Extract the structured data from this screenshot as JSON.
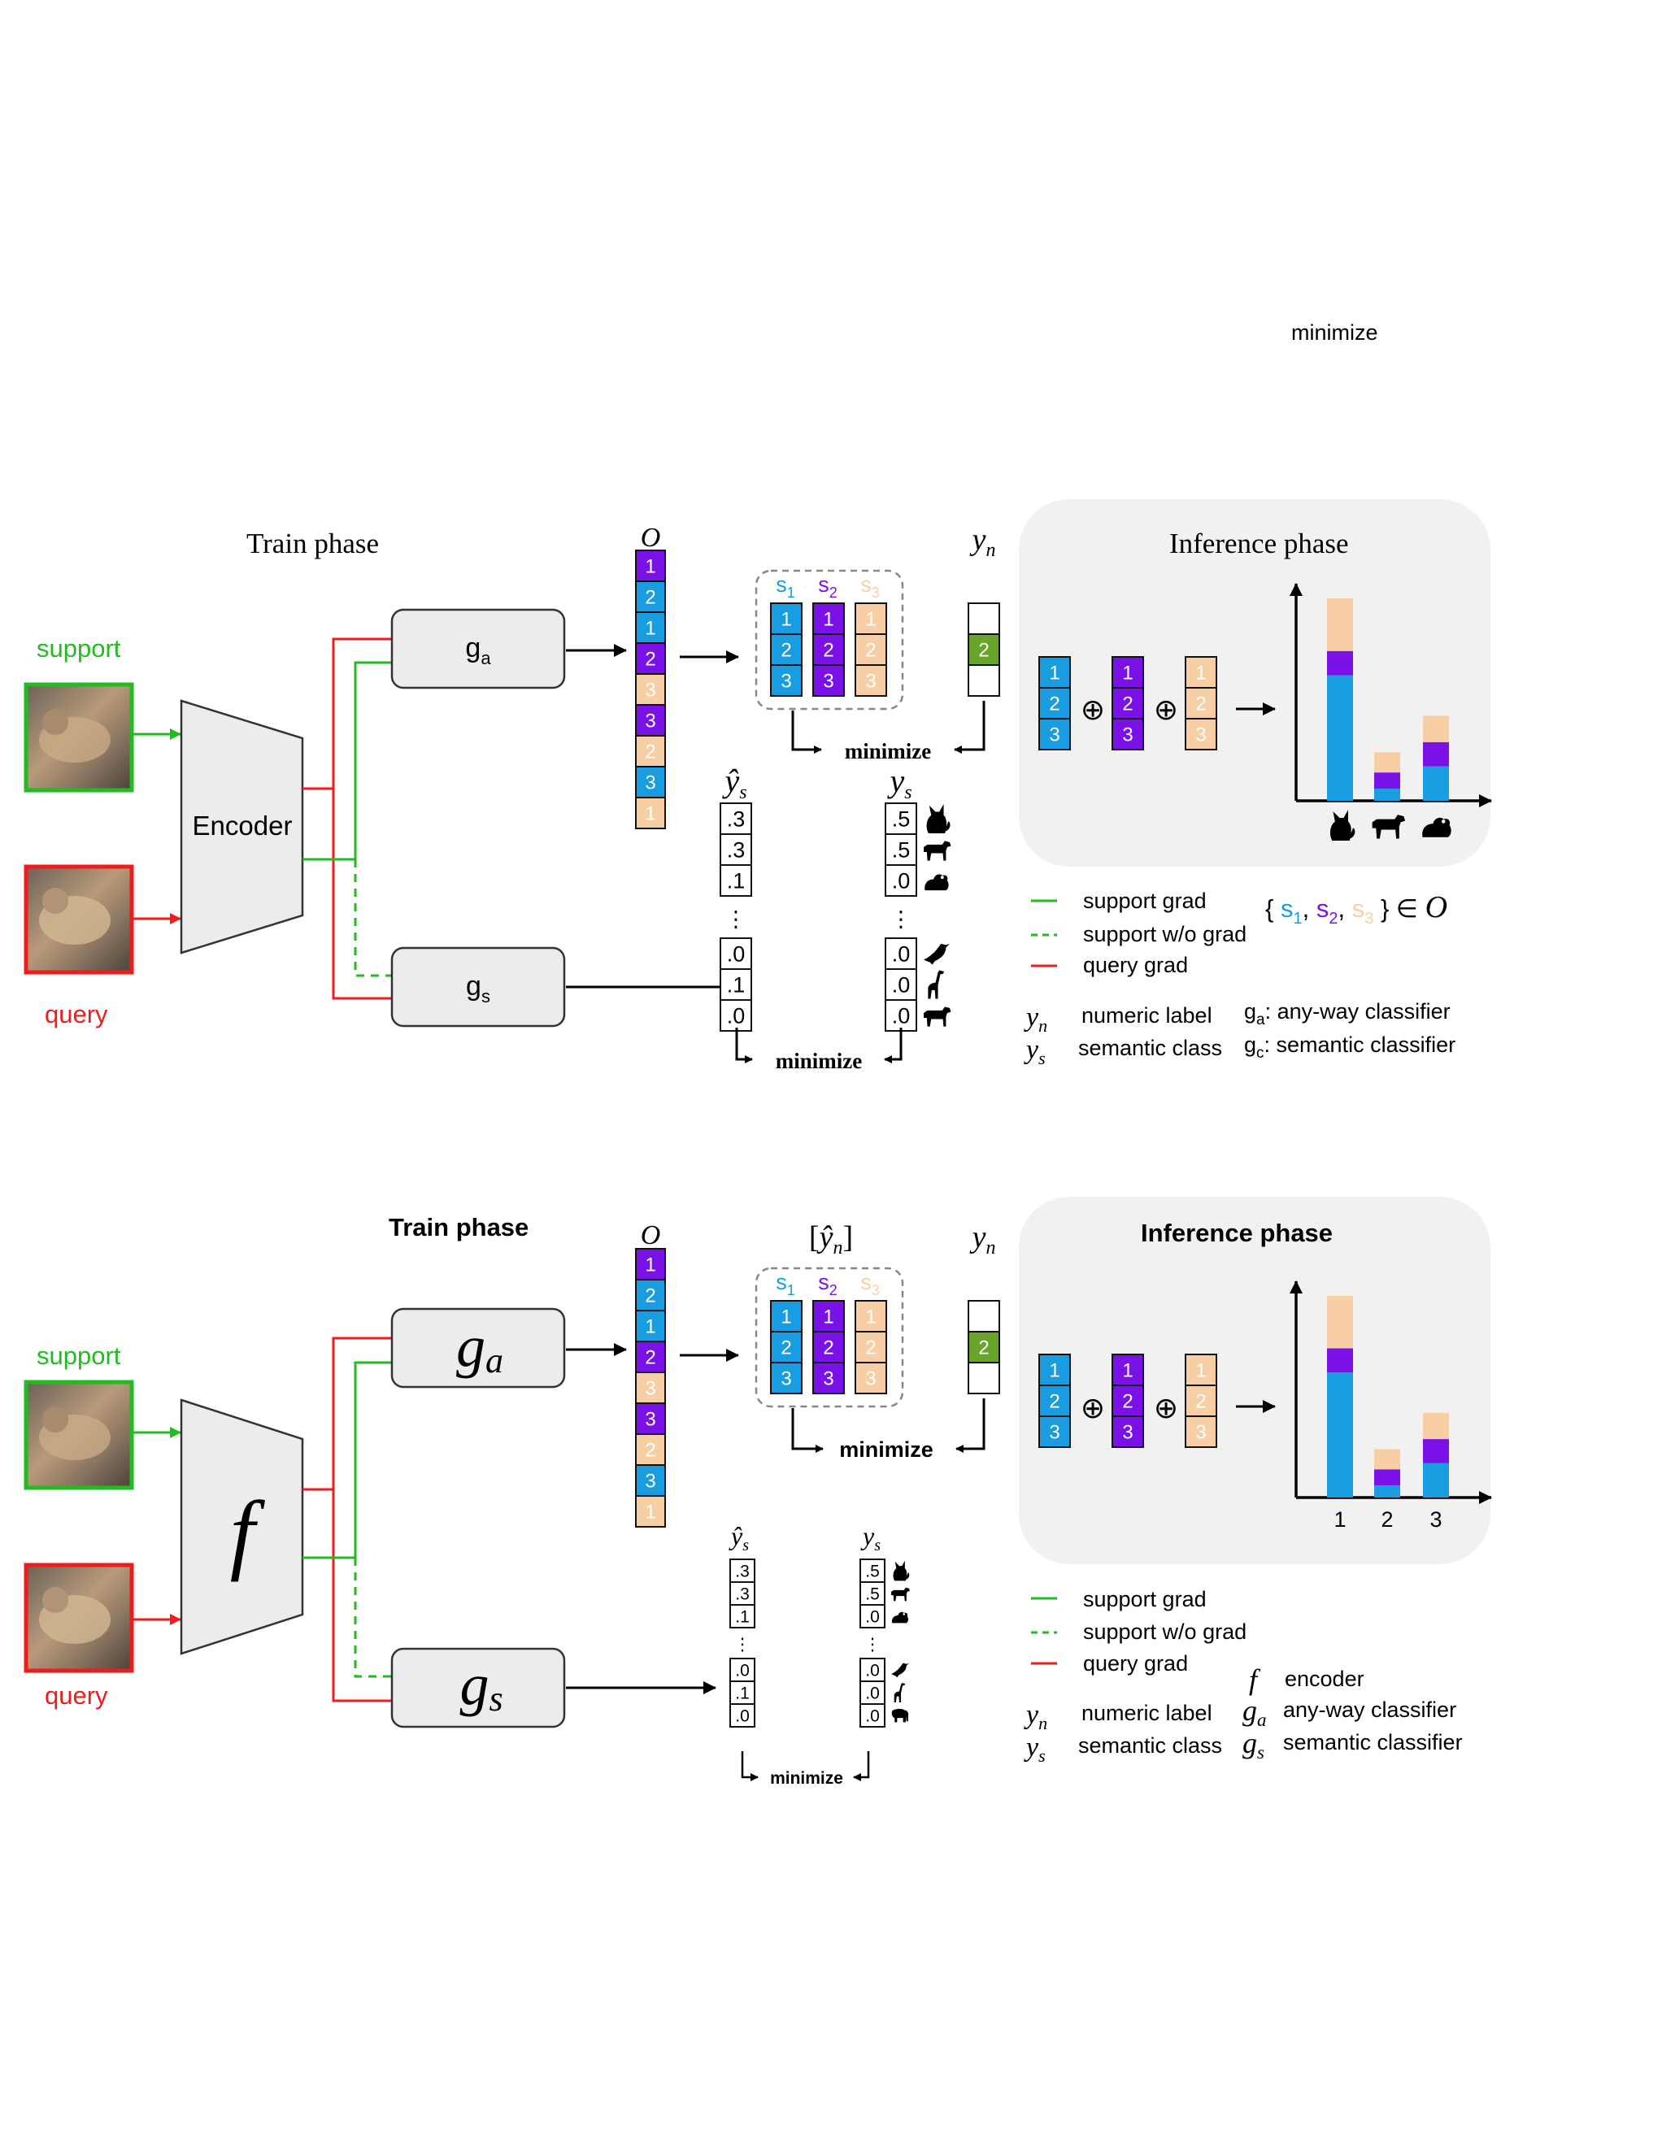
{
  "stray_label": "minimize",
  "colors": {
    "blue": "#1a9de0",
    "purple": "#7a12e8",
    "peach": "#f8cfa4",
    "green_label": "#68a52a",
    "support": "#22bb22",
    "query": "#ee1c1c",
    "panel": "#f1f1f1"
  },
  "top": {
    "train_title": "Train phase",
    "inference_title": "Inference phase",
    "support_label": "support",
    "query_label": "query",
    "encoder_label": "Encoder",
    "head_a": {
      "base": "g",
      "sub": "a"
    },
    "head_s": {
      "base": "g",
      "sub": "s"
    },
    "O_label": "O",
    "O_stack": [
      {
        "v": "1",
        "c": "purple"
      },
      {
        "v": "2",
        "c": "blue"
      },
      {
        "v": "1",
        "c": "blue"
      },
      {
        "v": "2",
        "c": "purple"
      },
      {
        "v": "3",
        "c": "peach"
      },
      {
        "v": "3",
        "c": "purple"
      },
      {
        "v": "2",
        "c": "peach"
      },
      {
        "v": "3",
        "c": "blue"
      },
      {
        "v": "1",
        "c": "peach"
      }
    ],
    "groups": [
      {
        "base": "s",
        "sub": "1",
        "c": "blue"
      },
      {
        "base": "s",
        "sub": "2",
        "c": "purple"
      },
      {
        "base": "s",
        "sub": "3",
        "c": "peach"
      }
    ],
    "group_values": [
      "1",
      "2",
      "3"
    ],
    "yn_label": {
      "base": "y",
      "sub": "n"
    },
    "yn_cells": [
      "",
      "2",
      ""
    ],
    "minimize_upper": "minimize",
    "minimize_lower": "minimize",
    "yhat_label": {
      "base": "ŷ",
      "sub": "s"
    },
    "ys_label": {
      "base": "y",
      "sub": "s"
    },
    "yhat_values": [
      ".3",
      ".3",
      ".1",
      ".0",
      ".1",
      ".0"
    ],
    "ys_values": [
      ".5",
      ".5",
      ".0",
      ".0",
      ".0",
      ".0"
    ],
    "animals": [
      "cat-icon",
      "dog-icon",
      "frog-icon",
      "bird-icon",
      "giraffe-icon",
      "dog-icon"
    ],
    "ellipsis": "⋮",
    "inference_stacks": [
      {
        "c": "blue",
        "values": [
          "1",
          "2",
          "3"
        ]
      },
      {
        "c": "purple",
        "values": [
          "1",
          "2",
          "3"
        ]
      },
      {
        "c": "peach",
        "values": [
          "1",
          "2",
          "3"
        ]
      }
    ],
    "oplus": "⊕",
    "bars": [
      {
        "blue": 0.62,
        "purple": 0.12,
        "peach": 0.26
      },
      {
        "blue": 0.06,
        "purple": 0.08,
        "peach": 0.1
      },
      {
        "blue": 0.17,
        "purple": 0.12,
        "peach": 0.13
      }
    ],
    "bar_categories": [
      "cat-icon",
      "dog-icon",
      "frog-icon"
    ],
    "legend": {
      "support_grad": "support grad",
      "support_wo_grad": "support w/o grad",
      "query_grad": "query grad",
      "set_prefix": "{",
      "set_suffix": "} ∈",
      "set_target": "O",
      "yn_desc": "numeric label",
      "ys_desc": "semantic class",
      "ga_text": "g",
      "ga_sub": "a",
      "ga_desc": ": any-way classifier",
      "gc_text": "g",
      "gc_sub": "c",
      "gc_desc": ": semantic classifier"
    }
  },
  "bottom": {
    "train_title": "Train phase",
    "inference_title": "Inference phase",
    "support_label": "support",
    "query_label": "query",
    "encoder_label": "f",
    "head_a": {
      "base": "g",
      "sub": "a"
    },
    "head_s": {
      "base": "g",
      "sub": "s"
    },
    "O_label": "O",
    "yn_hat_label": {
      "pre": "[",
      "base": "ŷ",
      "sub": "n",
      "post": "]"
    },
    "yn_label": {
      "base": "y",
      "sub": "n"
    },
    "minimize_upper": "minimize",
    "minimize_lower": "minimize",
    "yhat_label": {
      "base": "ŷ",
      "sub": "s"
    },
    "ys_label": {
      "base": "y",
      "sub": "s"
    },
    "yhat_values": [
      ".3",
      ".3",
      ".1",
      ".0",
      ".1",
      ".0"
    ],
    "ys_values": [
      ".5",
      ".5",
      ".0",
      ".0",
      ".0",
      ".0"
    ],
    "animals": [
      "cat-icon",
      "dog-icon",
      "frog-icon",
      "bird-icon",
      "giraffe-icon",
      "elephant-icon"
    ],
    "bar_categories": [
      "1",
      "2",
      "3"
    ],
    "legend": {
      "support_grad": "support grad",
      "support_wo_grad": "support w/o grad",
      "query_grad": "query grad",
      "f_symbol": "f",
      "f_desc": "encoder",
      "yn_desc": "numeric label",
      "ys_desc": "semantic class",
      "ga_desc": "any-way classifier",
      "gs_desc": "semantic classifier"
    }
  }
}
